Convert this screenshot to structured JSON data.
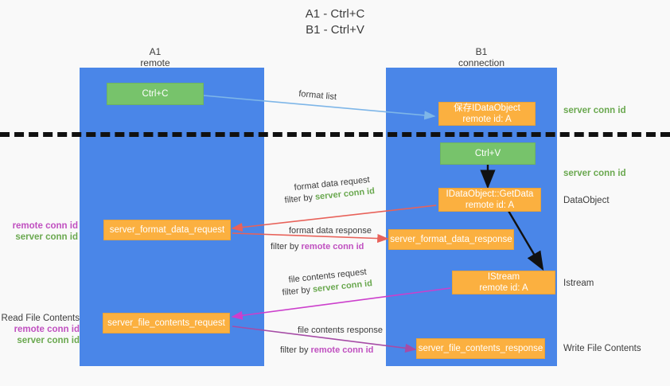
{
  "title": {
    "line1": "A1 - Ctrl+C",
    "line2": "B1 - Ctrl+V"
  },
  "columns": [
    {
      "name": "A1",
      "sub": "remote"
    },
    {
      "name": "B1",
      "sub": "connection"
    }
  ],
  "boxes": {
    "ctrl_c": "Ctrl+C",
    "ctrl_v": "Ctrl+V",
    "save_dataobject_l1": "保存IDataObject",
    "save_dataobject_l2": "remote id: A",
    "getdata_l1": "IDataObject::GetData",
    "getdata_l2": "remote id: A",
    "istream_l1": "IStream",
    "istream_l2": "remote id: A",
    "server_format_data_request": "server_format_data_request",
    "server_format_data_response": "server_format_data_response",
    "server_file_contents_request": "server_file_contents_request",
    "server_file_contents_response": "server_file_contents_response"
  },
  "side_labels": {
    "server_conn_id_top": "server conn id",
    "server_conn_id_mid": "server conn id",
    "dataobject": "DataObject",
    "istream": "Istream",
    "write_file_contents": "Write File Contents"
  },
  "margin_labels": {
    "remote_conn_id_1": "remote conn id",
    "server_conn_id_1": "server conn id",
    "read_file_contents": "Read File Contents",
    "remote_conn_id_2": "remote conn id",
    "server_conn_id_2": "server conn id"
  },
  "arrow_labels": {
    "format_list": "format list",
    "format_data_request": "format data request",
    "format_data_request_filter_prefix": "filter by ",
    "format_data_request_filter_value": "server conn id",
    "format_data_response": "format data response",
    "format_data_response_filter_prefix": "filter by ",
    "format_data_response_filter_value": "remote conn id",
    "file_contents_request": "file contents request",
    "file_contents_request_filter_prefix": "filter by ",
    "file_contents_request_filter_value": "server conn id",
    "file_contents_response": "file contents response",
    "file_contents_response_filter_prefix": "filter by ",
    "file_contents_response_filter_value": "remote conn id"
  },
  "colors": {
    "lane": "#4a86e8",
    "green_box": "#77c36b",
    "orange_box": "#fbb040",
    "conn_green": "#6aa84f",
    "conn_magenta": "#c050c0",
    "arrow_blue": "#7eb6e8",
    "arrow_red": "#e8625a",
    "arrow_magenta": "#cc3fcc",
    "arrow_purple": "#a64ca6",
    "arrow_black": "#111111",
    "background": "#f9f9f9"
  }
}
